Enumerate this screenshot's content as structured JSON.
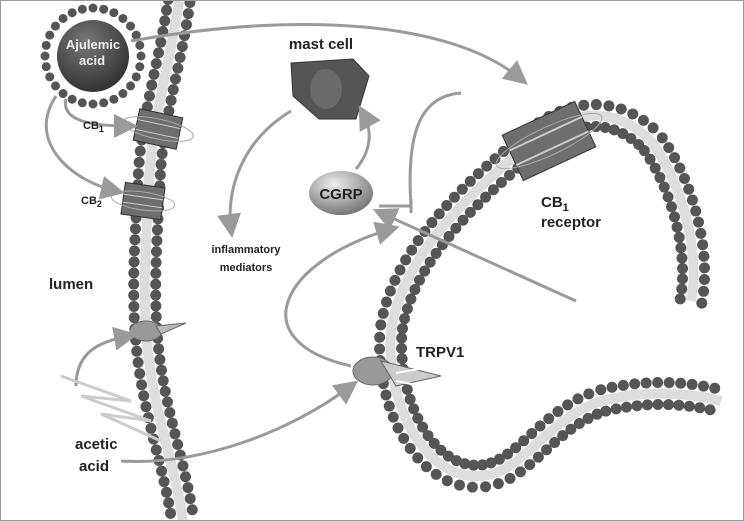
{
  "labels": {
    "ajulemic_line1": "Ajulemic",
    "ajulemic_line2": "acid",
    "mast_cell": "mast cell",
    "cgrp": "CGRP",
    "cb1_small": "CB",
    "cb1_small_sub": "1",
    "cb2_small": "CB",
    "cb2_small_sub": "2",
    "inflammatory_line1": "inflammatory",
    "inflammatory_line2": "mediators",
    "lumen": "lumen",
    "cb1_receptor_line1": "CB",
    "cb1_receptor_sub": "1",
    "cb1_receptor_line2": "receptor",
    "trpv1": "TRPV1",
    "acetic_line1": "acetic",
    "acetic_line2": "acid"
  },
  "colors": {
    "arrow": "#9a9a9a",
    "lipid_head": "#555555",
    "receptor": "#6e6e6e"
  }
}
